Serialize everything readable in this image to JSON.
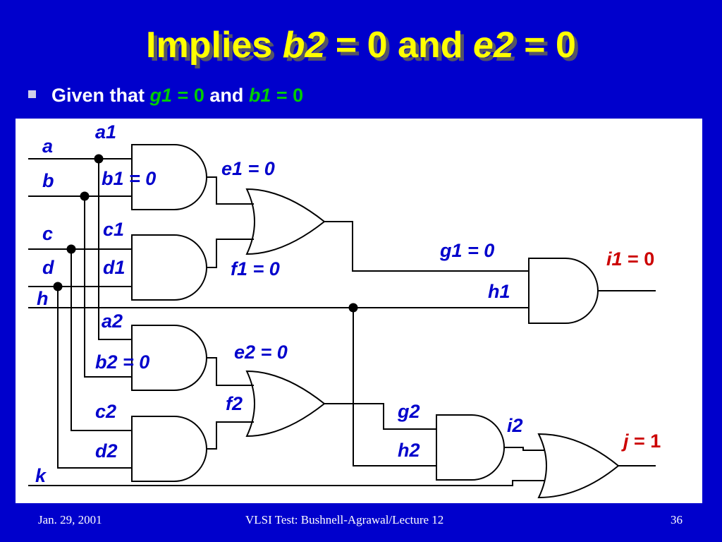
{
  "slide": {
    "title": {
      "part1": "Implies ",
      "var1": "b2",
      "part2": " = 0 and ",
      "var2": "e2",
      "part3": " = 0"
    },
    "bullet": {
      "prefix": "Given that ",
      "cond1_var": "g1",
      "cond1_val": " = 0",
      "mid": " and ",
      "cond2_var": "b1",
      "cond2_val": " = 0"
    }
  },
  "circuit": {
    "inputs": {
      "a": "a",
      "b": "b",
      "c": "c",
      "d": "d",
      "h": "h",
      "k": "k"
    },
    "gate_inputs": {
      "a1": "a1",
      "b1": "b1 = 0",
      "c1": "c1",
      "d1": "d1",
      "a2": "a2",
      "b2": "b2 = 0",
      "c2": "c2",
      "d2": "d2",
      "h1": "h1",
      "g2": "g2",
      "h2": "h2",
      "f2": "f2",
      "i2": "i2"
    },
    "signals": {
      "e1": "e1 = 0",
      "f1": "f1 = 0",
      "g1": "g1 = 0",
      "e2": "e2 = 0"
    },
    "outputs": {
      "i1_var": "i1",
      "i1_val": " = 0",
      "j_var": "j",
      "j_val": " = 1"
    }
  },
  "colors": {
    "background": "#0000cc",
    "title": "#ffff00",
    "label": "#0000cc",
    "given": "#00cc00",
    "output": "#cc0000"
  },
  "footer": {
    "date": "Jan. 29, 2001",
    "course": "VLSI Test: Bushnell-Agrawal/Lecture 12",
    "page": "36"
  }
}
